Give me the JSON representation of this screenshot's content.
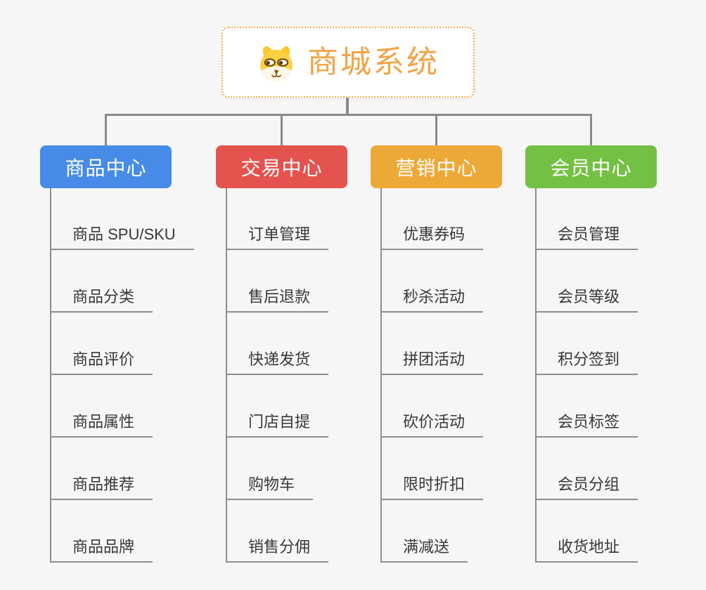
{
  "root": {
    "title": "商城系统",
    "icon": "dog-face-icon"
  },
  "branches": [
    {
      "label": "商品中心",
      "color": "#478BE8",
      "children": [
        "商品 SPU/SKU",
        "商品分类",
        "商品评价",
        "商品属性",
        "商品推荐",
        "商品品牌"
      ]
    },
    {
      "label": "交易中心",
      "color": "#E5534F",
      "children": [
        "订单管理",
        "售后退款",
        "快递发货",
        "门店自提",
        "购物车",
        "销售分佣"
      ]
    },
    {
      "label": "营销中心",
      "color": "#EDA938",
      "children": [
        "优惠券码",
        "秒杀活动",
        "拼团活动",
        "砍价活动",
        "限时折扣",
        "满减送"
      ]
    },
    {
      "label": "会员中心",
      "color": "#74C044",
      "children": [
        "会员管理",
        "会员等级",
        "积分签到",
        "会员标签",
        "会员分组",
        "收货地址"
      ]
    }
  ],
  "colors": {
    "background": "#F6F6F6",
    "connector": "#8A8A8A",
    "leaf_line": "#8E8E8E",
    "leaf_text": "#35383C",
    "root_border": "#F4B14E",
    "root_text": "#F0A545",
    "branch_text": "#FFFFFF"
  }
}
